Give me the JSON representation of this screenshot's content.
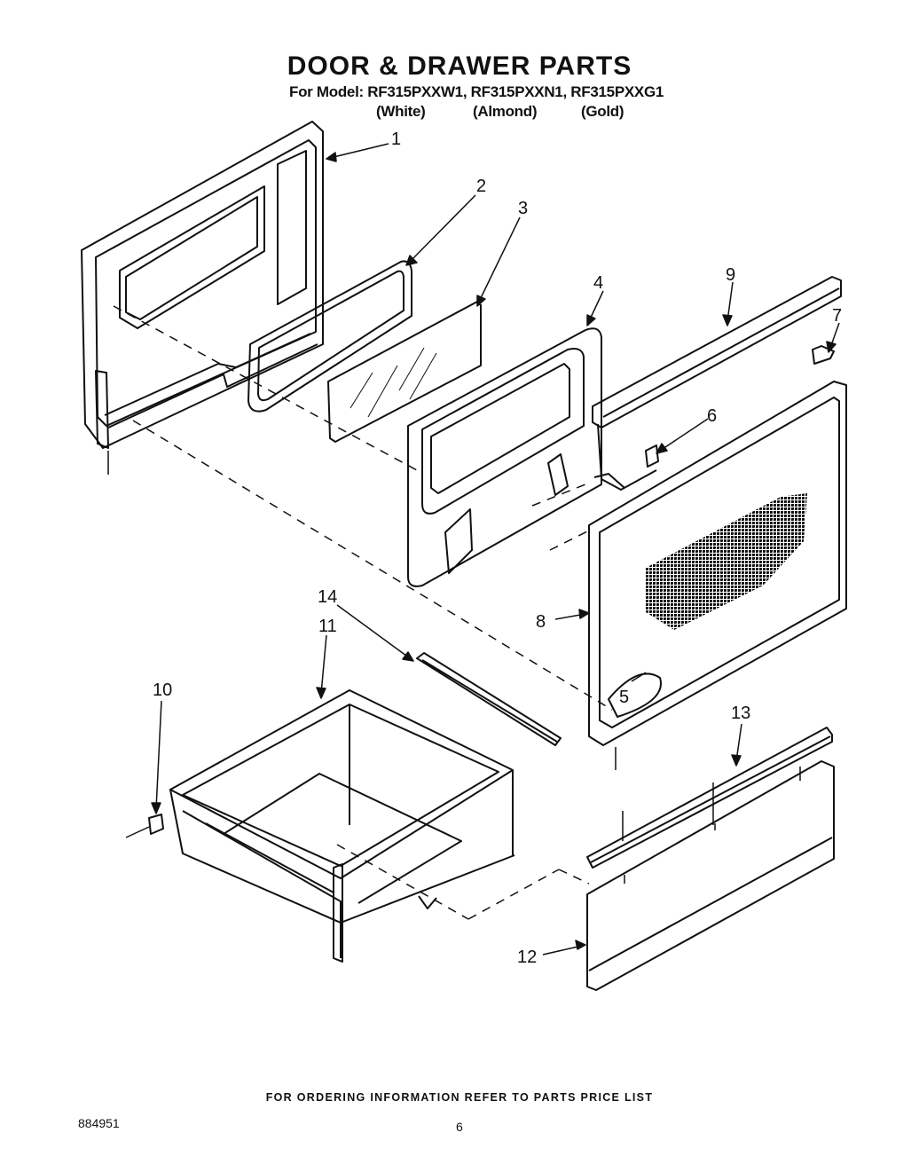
{
  "header": {
    "title": "DOOR & DRAWER PARTS",
    "model_line": "For Model: RF315PXXW1, RF315PXXN1, RF315PXXG1",
    "variants": [
      "(White)",
      "(Almond)",
      "(Gold)"
    ]
  },
  "callouts": [
    "1",
    "2",
    "3",
    "4",
    "5",
    "6",
    "7",
    "8",
    "9",
    "10",
    "11",
    "12",
    "13",
    "14"
  ],
  "footer": {
    "ordering_info": "FOR ORDERING INFORMATION REFER TO PARTS PRICE LIST",
    "document_number": "884951",
    "page_number": "6"
  }
}
